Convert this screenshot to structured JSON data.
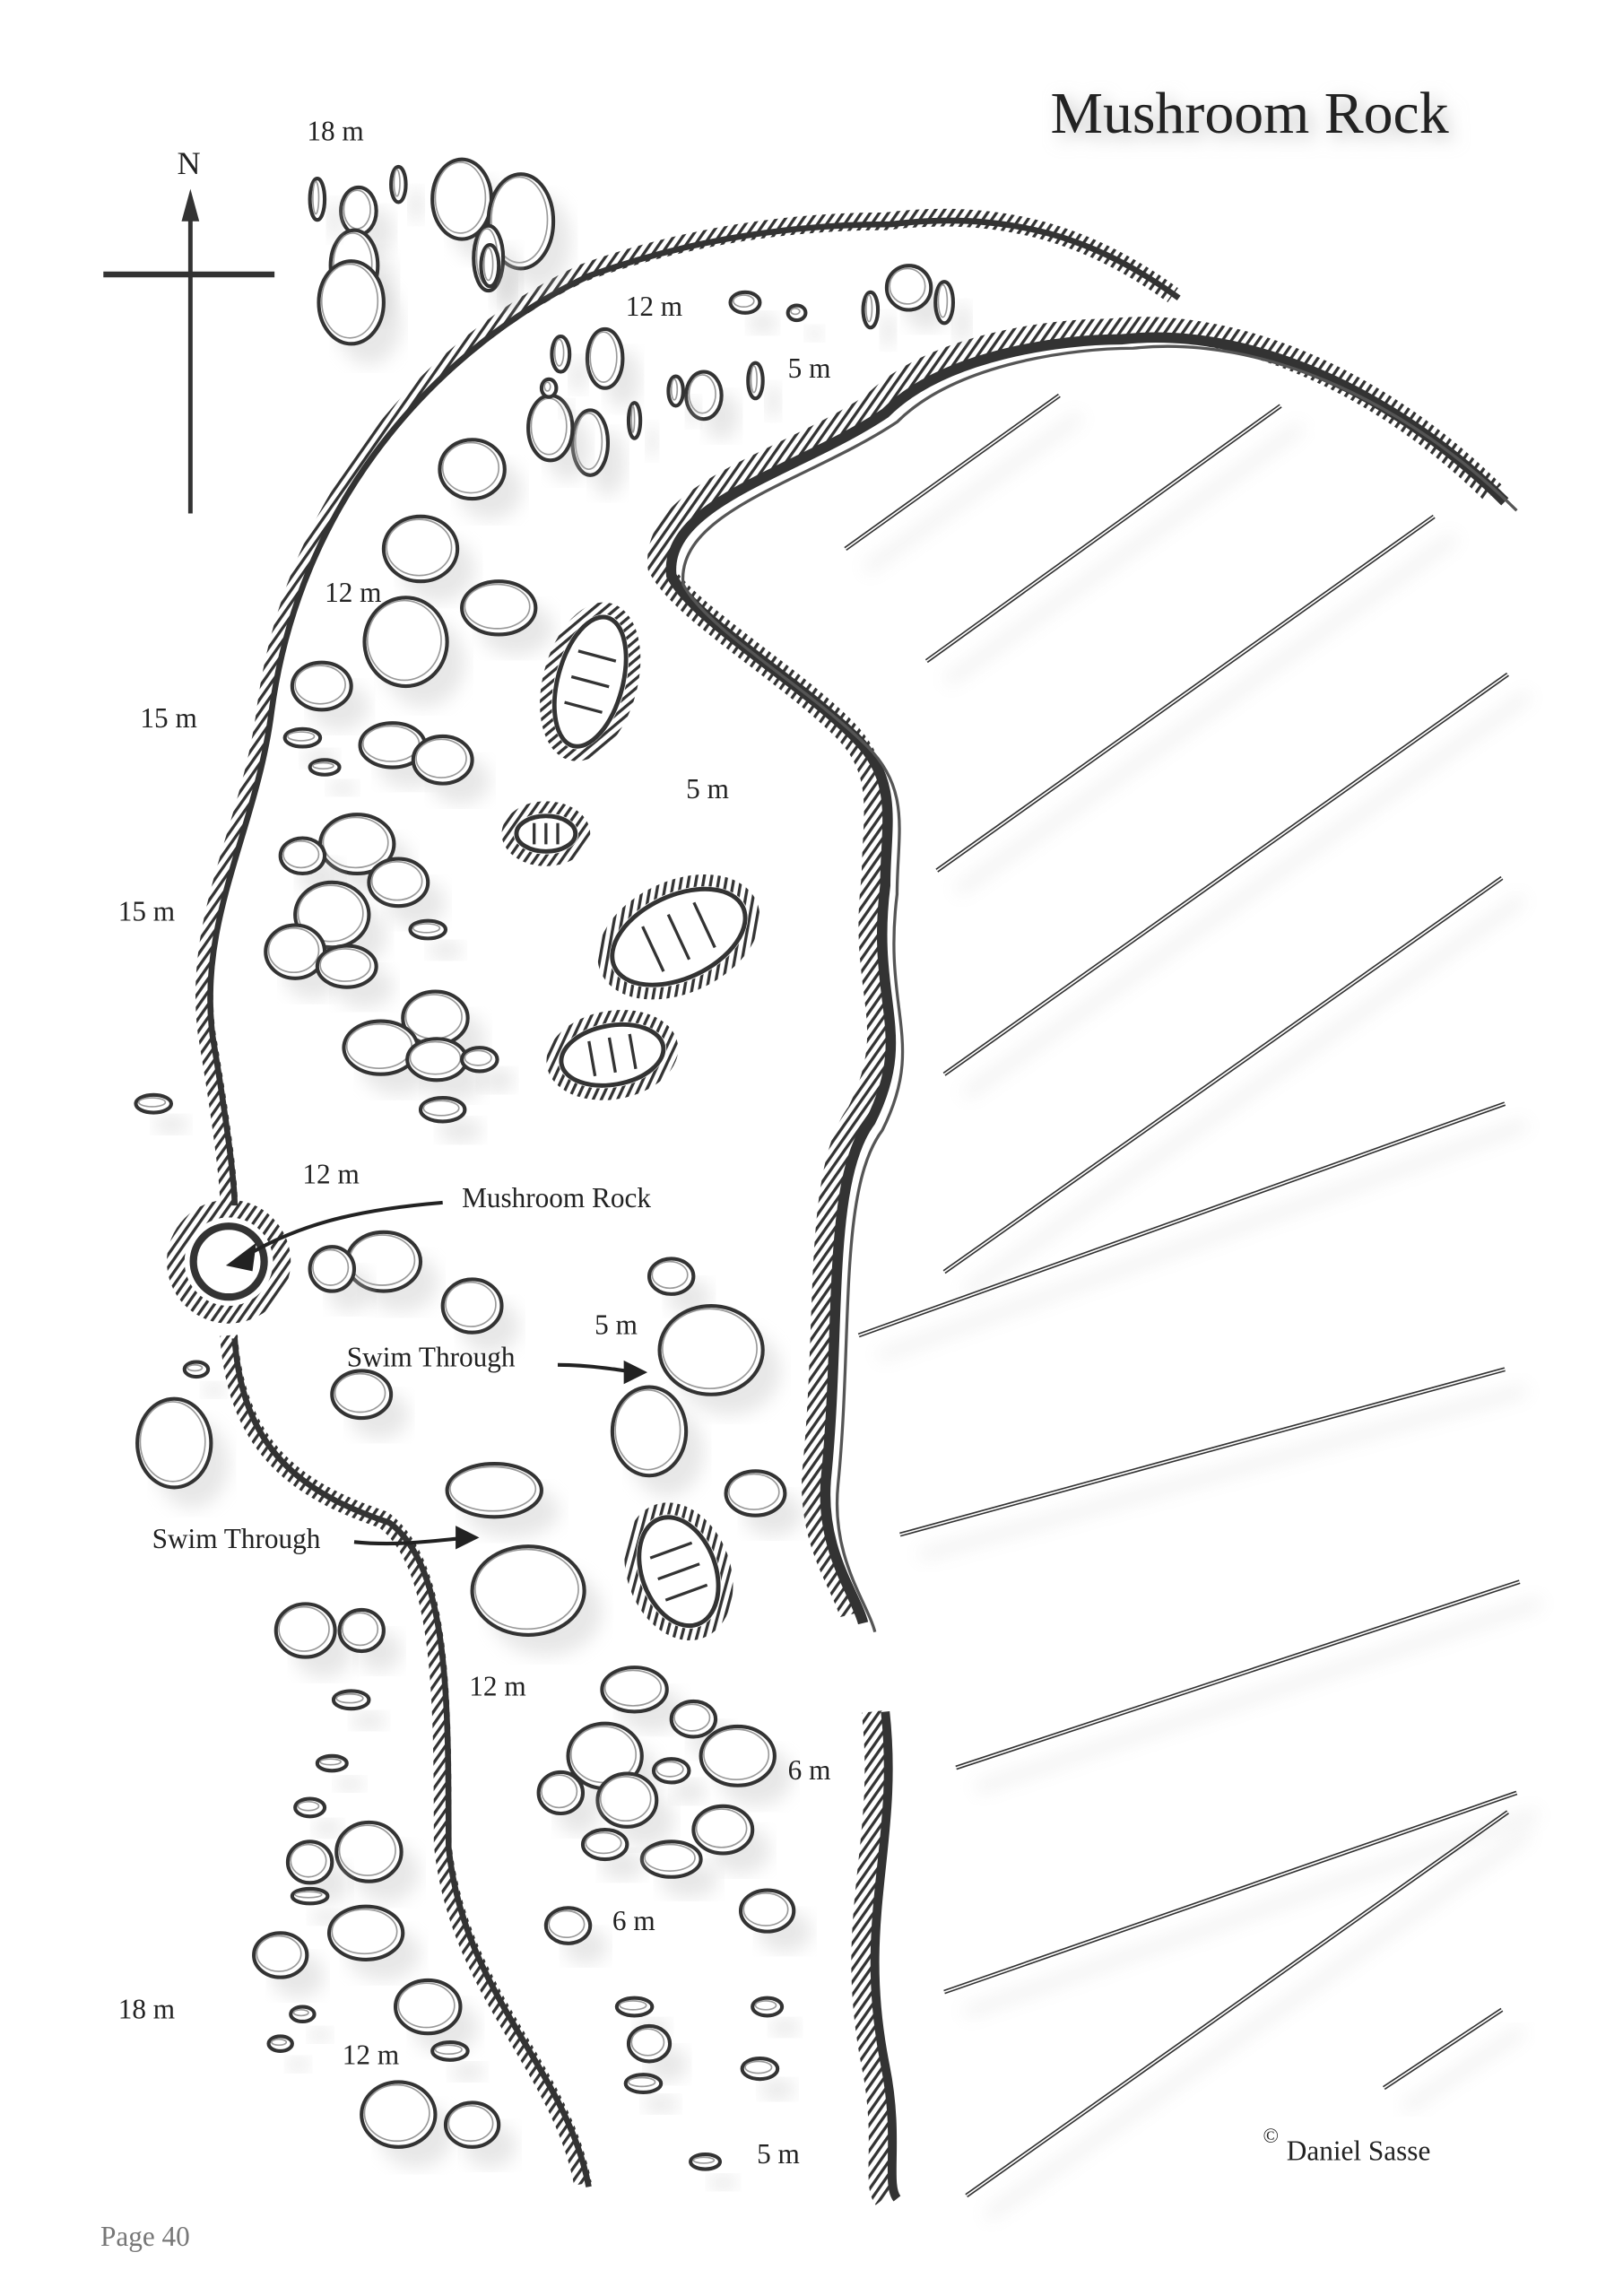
{
  "title": "Mushroom Rock",
  "compass": {
    "north_label": "N"
  },
  "depth_labels": [
    "18 m",
    "12 m",
    "5 m",
    "12 m",
    "15 m",
    "5 m",
    "15 m",
    "12 m",
    "5 m",
    "12 m",
    "6 m",
    "6 m",
    "18 m",
    "12 m",
    "5 m"
  ],
  "features": {
    "mushroom_rock": "Mushroom Rock",
    "swim_through_1": "Swim Through",
    "swim_through_2": "Swim Through"
  },
  "copyright": {
    "symbol": "©",
    "author": "Daniel Sasse"
  },
  "page_label": "Page 40"
}
